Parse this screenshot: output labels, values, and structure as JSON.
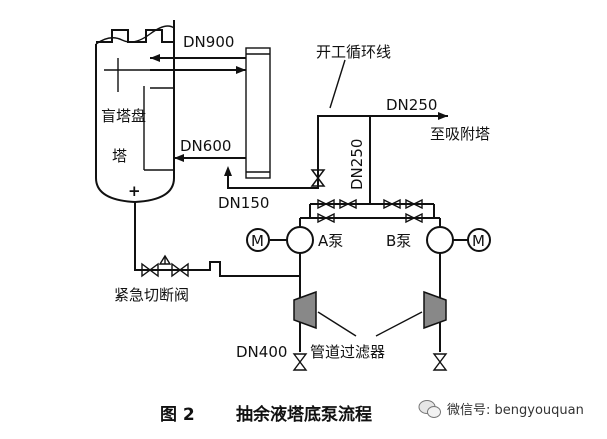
{
  "labels": {
    "dn900": "DN900",
    "blind_tray_tower_line1": "盲塔盘",
    "blind_tray_tower_line2": "塔",
    "dn600": "DN600",
    "dn150": "DN150",
    "startup_loop": "开工循环线",
    "dn250_h": "DN250",
    "dn250_v": "DN250",
    "to_absorber": "至吸附塔",
    "pump_a": "A泵",
    "pump_b": "B泵",
    "motor": "M",
    "emergency_valve": "紧急切断阀",
    "dn400": "DN400",
    "strainer": "管道过滤器",
    "plus": "+"
  },
  "caption": {
    "fig": "图 2",
    "title": "抽余液塔底泵流程"
  },
  "watermark": {
    "text": "微信号: bengyouquan"
  },
  "icons": [
    "pump-icon",
    "motor-icon",
    "valve-icon",
    "check-valve-icon",
    "strainer-icon",
    "wechat-icon"
  ]
}
